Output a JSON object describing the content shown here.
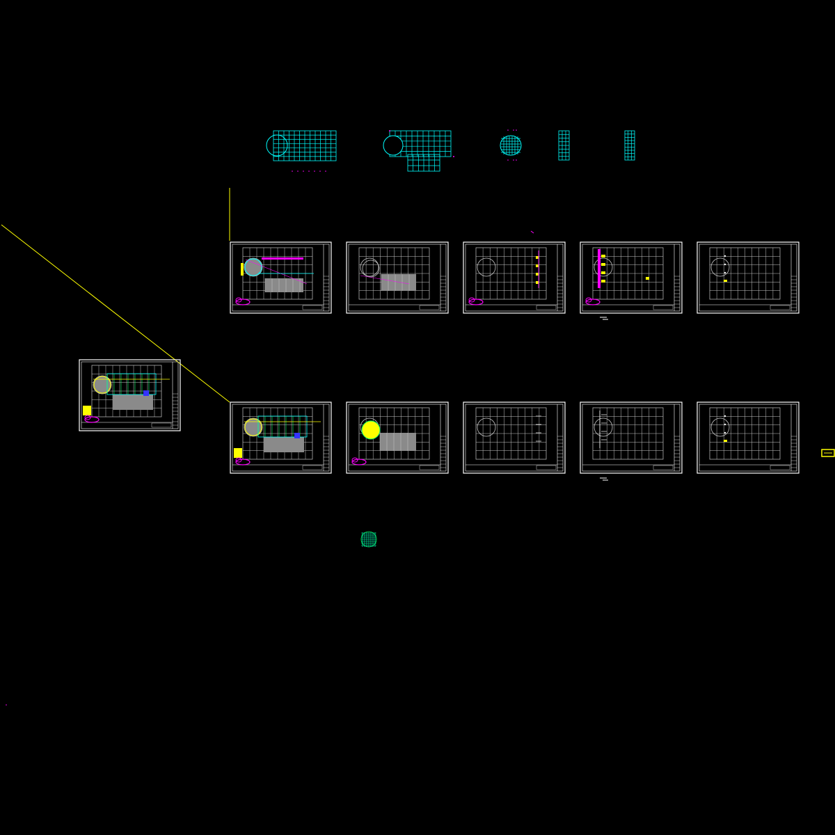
{
  "drawing": {
    "background": "#000000",
    "colors": {
      "frame": "#ffffff",
      "grid": "#c8c8c8",
      "cyan": "#00ffff",
      "magenta": "#ff00ff",
      "yellow": "#ffff00",
      "blue": "#3333ff",
      "green": "#00ff66",
      "gray": "#8a8a8a"
    },
    "components": [
      "plan-sketch-1",
      "plan-sketch-2",
      "ellipse-sketch",
      "strip-sketch-1",
      "strip-sketch-2",
      "sheet-top-1",
      "sheet-top-2",
      "sheet-top-3",
      "sheet-top-4",
      "sheet-top-5",
      "sheet-bottom-1",
      "sheet-bottom-2",
      "sheet-bottom-3",
      "sheet-bottom-4",
      "sheet-bottom-5",
      "sheet-left",
      "leader-line",
      "section-mark-top",
      "section-mark-bottom",
      "small-grid-blob",
      "side-tag"
    ]
  }
}
